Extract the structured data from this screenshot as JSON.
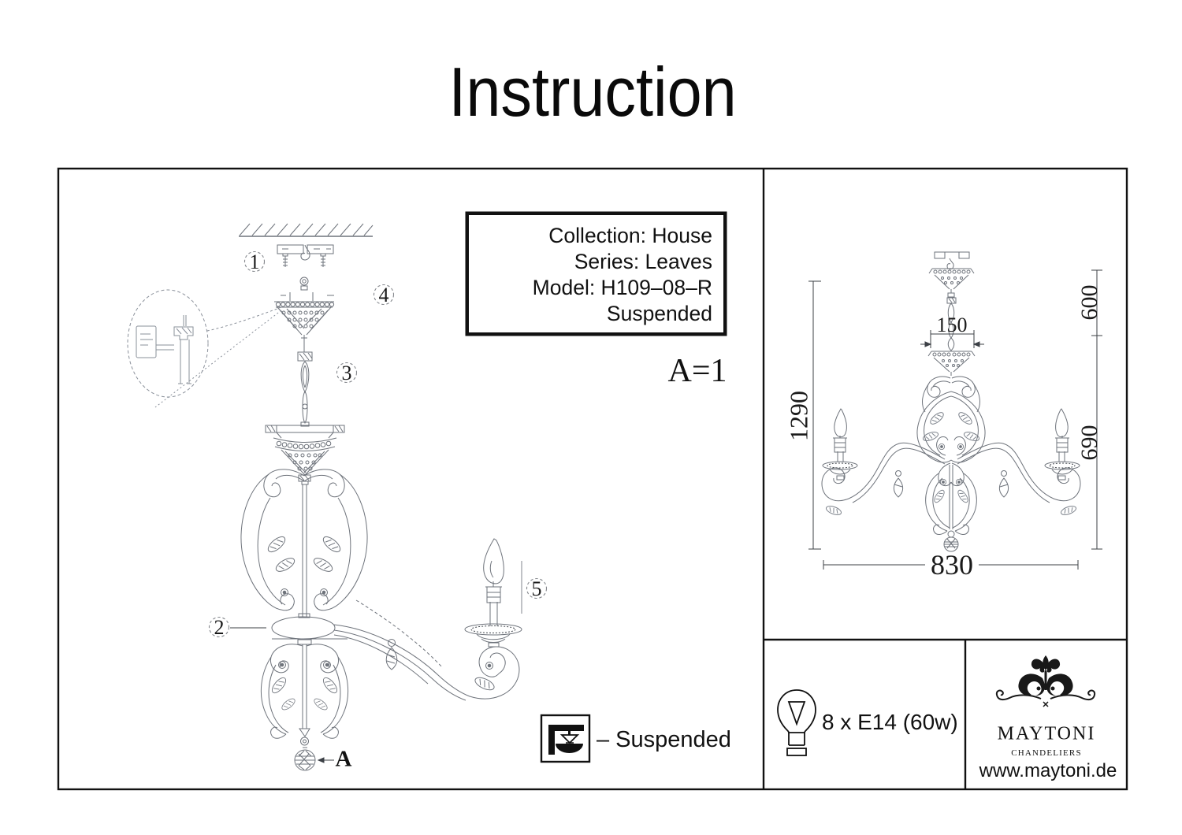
{
  "title": "Instruction",
  "info_box": {
    "line1": "Collection: House",
    "line2": "Series: Leaves",
    "line3": "Model: H109–08–R",
    "line4": "Suspended"
  },
  "scale_note": "A=1",
  "callouts": {
    "n1": "1",
    "n2": "2",
    "n3": "3",
    "n4": "4",
    "n5": "5"
  },
  "part_label": "A",
  "mount_type": {
    "label": "– Suspended"
  },
  "lamp_spec": {
    "label": "8 x E14 (60w)"
  },
  "brand": {
    "name": "MAYTONI",
    "tagline": "CHANDELIERS",
    "website": "www.maytoni.de"
  },
  "dimensions": {
    "canopy": "150",
    "hang": "600",
    "body": "690",
    "total": "1290",
    "width": "830"
  }
}
